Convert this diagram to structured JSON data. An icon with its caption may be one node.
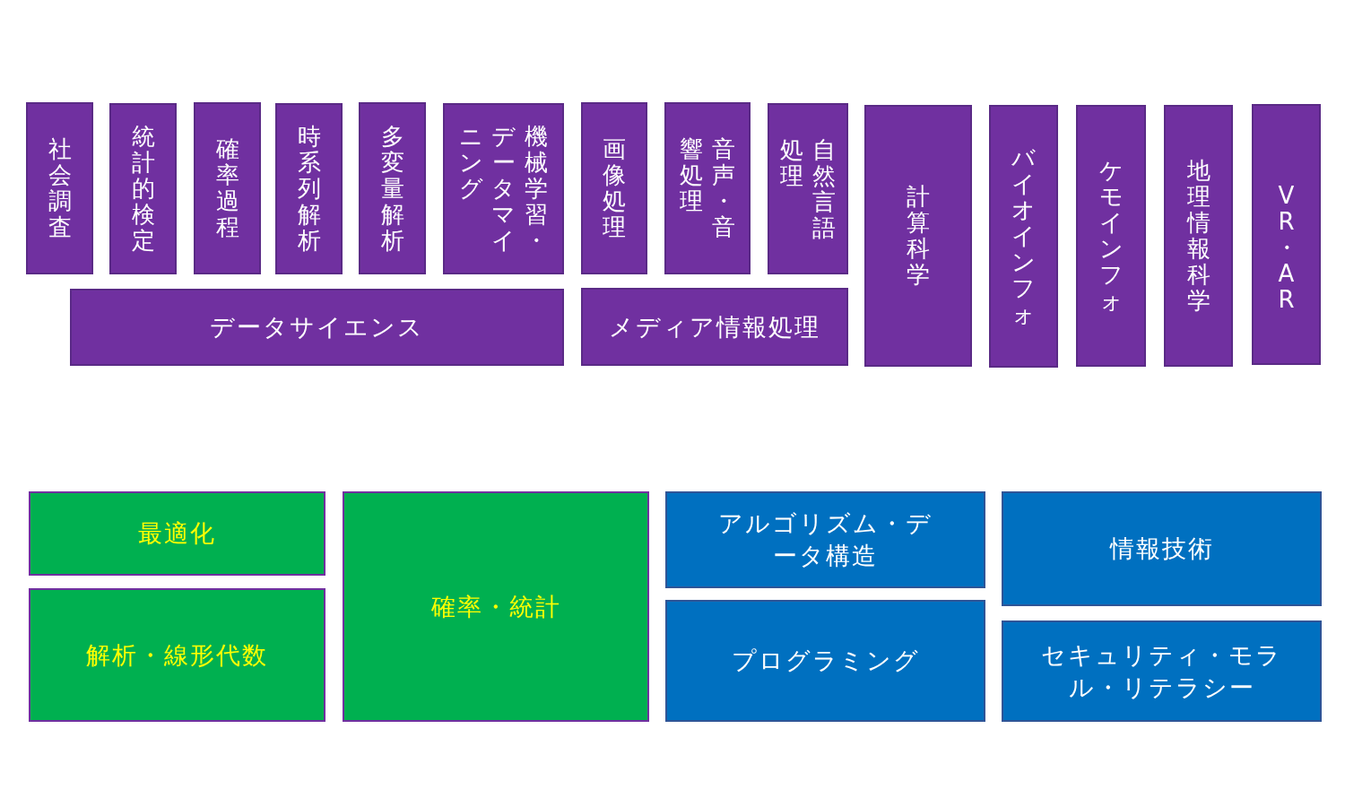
{
  "diagram": {
    "nodes": [
      {
        "text": [
          "社会調査"
        ]
      },
      {
        "text": [
          "統計的検定"
        ]
      },
      {
        "text": [
          "確率過程"
        ]
      },
      {
        "text": [
          "時系列解析"
        ]
      },
      {
        "text": [
          "多変量解析"
        ]
      },
      {
        "text": [
          "機械学習・データマイニング"
        ]
      },
      {
        "text": [
          "画像処理"
        ]
      },
      {
        "text": [
          "音声・音響処理"
        ]
      },
      {
        "text": [
          "自然言語処理"
        ]
      },
      {
        "text": [
          "データサイエンス"
        ]
      },
      {
        "text": [
          "メディア情報処理"
        ]
      },
      {
        "text": [
          "計算科学"
        ]
      },
      {
        "text": [
          "バイオインフォ"
        ]
      },
      {
        "text": [
          "ケモインフォ"
        ]
      },
      {
        "text": [
          "地理情報科学"
        ]
      },
      {
        "text": [
          "VR・AR"
        ]
      },
      {
        "text": [
          "最適化"
        ]
      },
      {
        "text": [
          "解析・線形代数"
        ]
      },
      {
        "text": [
          "確率・統計"
        ]
      },
      {
        "text": [
          "アルゴリズム・データ構造"
        ]
      },
      {
        "text": [
          "プログラミング"
        ]
      },
      {
        "text": [
          "情報技術"
        ]
      },
      {
        "text": [
          "セキュリティ・モラル・リテラシー"
        ]
      }
    ]
  }
}
